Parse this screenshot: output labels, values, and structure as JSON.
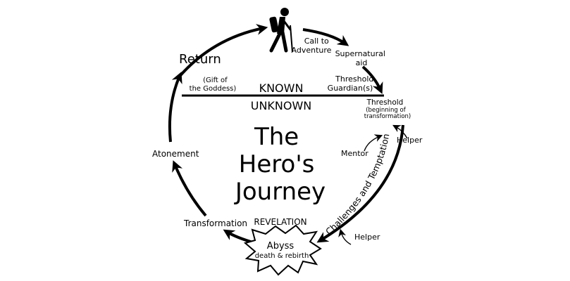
{
  "title_lines": [
    "The",
    "Hero's",
    "Journey"
  ],
  "divider": {
    "above": "KNOWN",
    "below": "UNKNOWN"
  },
  "stages": {
    "call_to_adventure": [
      "Call to",
      "Adventure"
    ],
    "supernatural_aid": [
      "Supernatural",
      "aid"
    ],
    "threshold_guardians": [
      "Threshold",
      "Guardian(s)"
    ],
    "threshold": [
      "Threshold",
      "(beginning of",
      "transformation)"
    ],
    "helper_top": "Helper",
    "mentor": "Mentor",
    "challenges": "Challenges and Temptations",
    "helper_bottom": "Helper",
    "revelation": "REVELATION",
    "abyss": {
      "title": "Abyss",
      "subtitle": "death & rebirth"
    },
    "transformation": "Transformation",
    "atonement": "Atonement",
    "return": "Return",
    "gift": [
      "(Gift of",
      "the Goddess)"
    ]
  },
  "icons": [
    "hiker-icon"
  ]
}
